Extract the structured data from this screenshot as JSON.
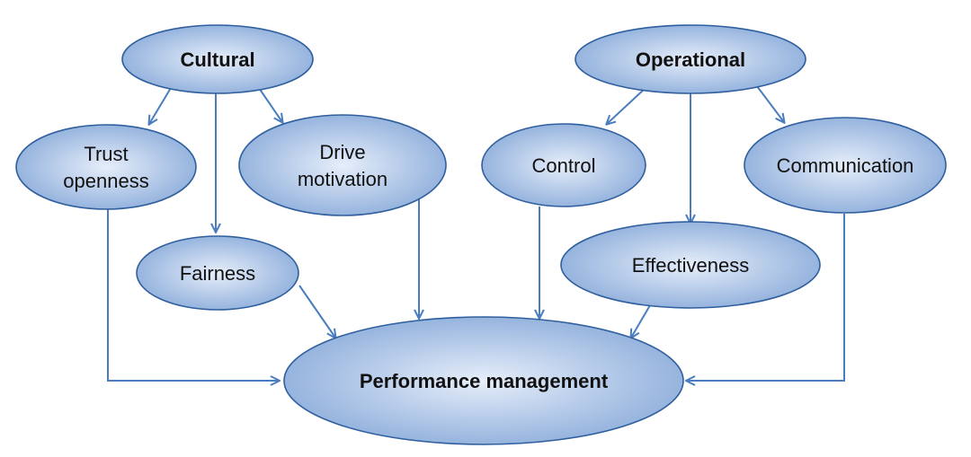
{
  "diagram": {
    "nodes": {
      "cultural": {
        "label": "Cultural"
      },
      "operational": {
        "label": "Operational"
      },
      "trust": {
        "label_line1": "Trust",
        "label_line2": "openness"
      },
      "drive": {
        "label_line1": "Drive",
        "label_line2": "motivation"
      },
      "fairness": {
        "label": "Fairness"
      },
      "control": {
        "label": "Control"
      },
      "communication": {
        "label": "Communication"
      },
      "effectiveness": {
        "label": "Effectiveness"
      },
      "performance": {
        "label": "Performance management"
      }
    },
    "edges": [
      {
        "from": "cultural",
        "to": "trust"
      },
      {
        "from": "cultural",
        "to": "fairness"
      },
      {
        "from": "cultural",
        "to": "drive"
      },
      {
        "from": "operational",
        "to": "control"
      },
      {
        "from": "operational",
        "to": "effectiveness"
      },
      {
        "from": "operational",
        "to": "communication"
      },
      {
        "from": "trust",
        "to": "performance"
      },
      {
        "from": "fairness",
        "to": "performance"
      },
      {
        "from": "drive",
        "to": "performance"
      },
      {
        "from": "control",
        "to": "performance"
      },
      {
        "from": "effectiveness",
        "to": "performance"
      },
      {
        "from": "communication",
        "to": "performance"
      }
    ],
    "colors": {
      "node_fill_light": "#e6eefa",
      "node_fill_dark": "#8eaedb",
      "node_border": "#2f5f9e",
      "arrow": "#4a7cc0",
      "text": "#111111"
    }
  }
}
